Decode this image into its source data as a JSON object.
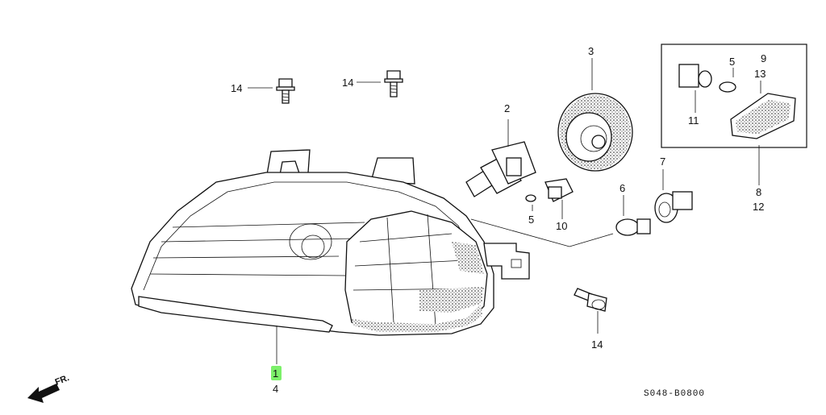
{
  "callouts": {
    "c1": "1",
    "c2": "2",
    "c3": "3",
    "c4": "4",
    "c5a": "5",
    "c5b": "5",
    "c6": "6",
    "c7": "7",
    "c8": "8",
    "c9": "9",
    "c10": "10",
    "c11": "11",
    "c12": "12",
    "c13": "13",
    "c14a": "14",
    "c14b": "14",
    "c14c": "14"
  },
  "direction_label": "FR.",
  "diagram_code": "S048-B0800",
  "colors": {
    "highlight": "#7cf06a",
    "line": "#111111"
  }
}
